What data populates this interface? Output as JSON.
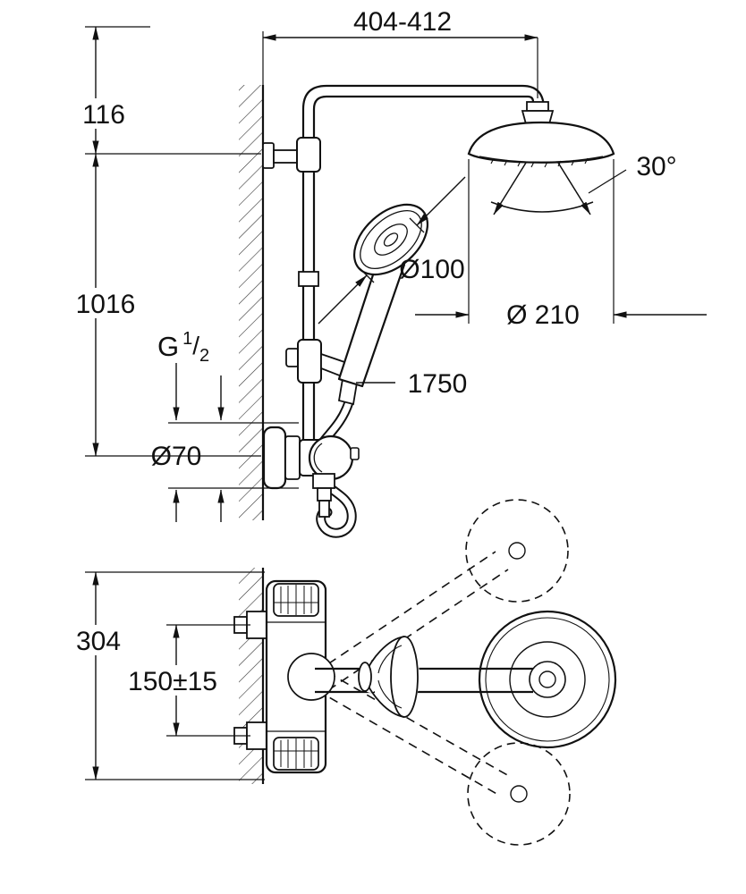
{
  "side_view": {
    "dim_width": "404-412",
    "dim_top_offset": "116",
    "dim_height": "1016",
    "spray_angle": "30°",
    "hand_shower_diameter": "Ø100",
    "head_shower_diameter": "Ø 210",
    "hose_length": "1750",
    "thread_g": "G",
    "thread_numerator": "1",
    "thread_slash": "/",
    "thread_denominator": "2",
    "escutcheon_diameter": "Ø70"
  },
  "top_view": {
    "dim_overall_depth": "304",
    "dim_connection_spacing": "150±15"
  },
  "colors": {
    "line": "#111111",
    "background": "#ffffff"
  }
}
